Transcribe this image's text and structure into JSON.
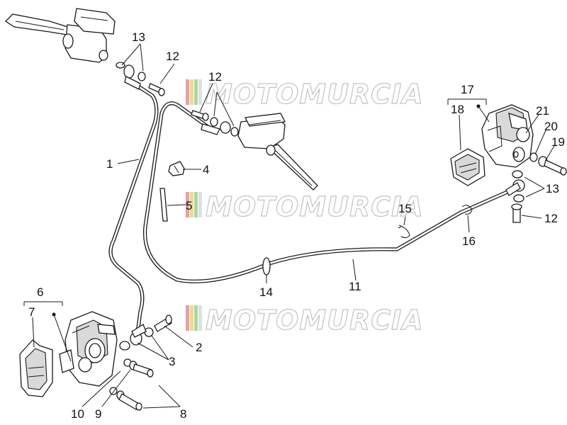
{
  "watermark": {
    "text": "MOTOMURCIA",
    "stripe_colors": [
      "#e8a0a0",
      "#f0d890",
      "#a8d8a0",
      "#e0e0e0"
    ]
  },
  "callouts": {
    "c1": "1",
    "c2": "2",
    "c3": "3",
    "c4": "4",
    "c5": "5",
    "c6": "6",
    "c7": "7",
    "c8": "8",
    "c9": "9",
    "c10": "10",
    "c11": "11",
    "c12a": "12",
    "c12b": "12",
    "c12c": "12",
    "c13a": "13",
    "c13b": "13",
    "c14": "14",
    "c15": "15",
    "c16": "16",
    "c17": "17",
    "c18": "18",
    "c19": "19",
    "c20": "20",
    "c21": "21"
  },
  "icons": {
    "master_cylinder": "brake-master-cylinder-icon",
    "caliper": "brake-caliper-icon",
    "pads": "brake-pads-icon",
    "hose": "brake-hose-icon"
  }
}
